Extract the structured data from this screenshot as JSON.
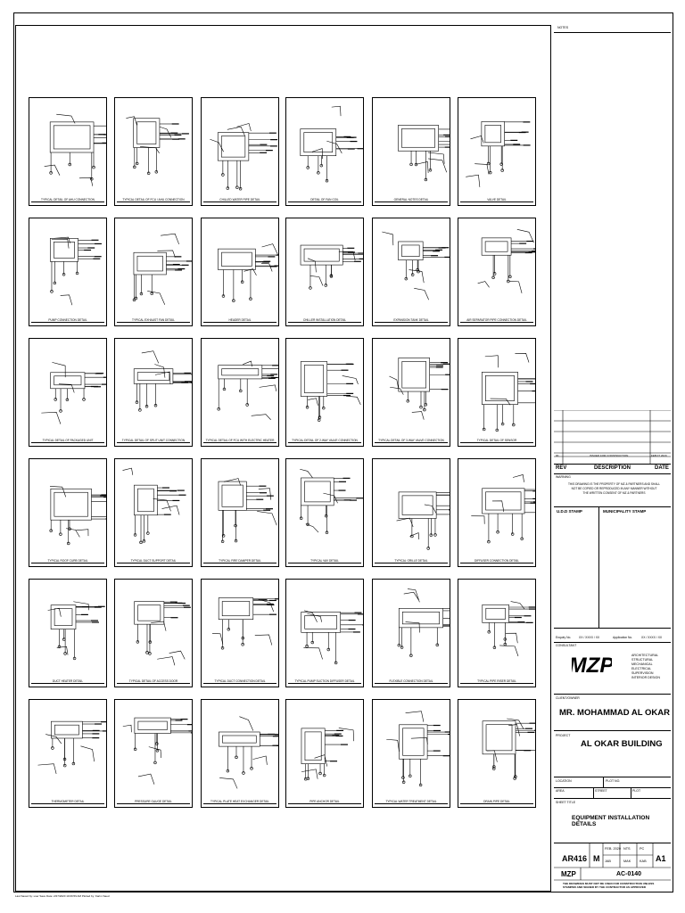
{
  "title_block": {
    "notes_label": "NOTES",
    "revision_rows": [
      {
        "no": "00",
        "description": "ISSUED FOR CONSTRUCTION",
        "date": "FEB 07 2020"
      }
    ],
    "rev_header": "REV",
    "description_header": "DESCRIPTION",
    "date_header": "DATE",
    "warning_label": "WARNING",
    "warning_lines": [
      "THIS DRAWING IS THE PROPERTY OF MZ & PARTNERS AND SHALL",
      "NOT BE COPIED OR REPRODUCED IN ANY MANNER WITHOUT",
      "THE WRITTEN CONSENT OF MZ & PARTNERS"
    ],
    "udd_stamp": "U.D.D STAMP",
    "municipality_stamp": "MUNICIPALITY STAMP",
    "enquiry_label": "Enquiry No.",
    "enquiry_value": "XX / XXXX / XX",
    "application_label": "Application No.",
    "application_value": "XX / XXXX / XX",
    "consultant_label": "CONSULTANT",
    "logo_text": "MZP",
    "disciplines": [
      "ARCHITECTURAL",
      "STRUCTURAL",
      "MECHANICAL",
      "ELECTRICAL",
      "SUPERVISION",
      "INTERIOR DESIGN"
    ],
    "client_label": "CLIENT/OWNER",
    "client_name": "MR. MOHAMMAD AL OKAR",
    "project_label": "PROJECT",
    "project_name": "AL OKAR BUILDING",
    "location_label": "LOCATION",
    "plot_label": "PLOT NO.",
    "area_label": "AREA",
    "street_label": "STREET",
    "plot2_label": "PLOT",
    "sheet_title_label": "SHEET TITLE",
    "sheet_title": "EQUIPMENT INSTALLATION DETAILS",
    "project_no": "AR416",
    "discipline_code": "M",
    "date_value": "FEB. 2020",
    "scale_value": "NTS",
    "checked": "PC",
    "drawn": "JAB",
    "designed": "MAK",
    "approved": "KAB",
    "size": "A1",
    "company_code": "MZP",
    "drawing_no": "AC-0140",
    "footer_note": "THE DRAWINGS MUST NOT BE USED FOR CONSTRUCTION UNLESS STAMPED AND SIGNED BY THE CONTRACTOR AS APPROVED"
  },
  "footer": {
    "text": "Last Saved by: user   Save Date: 2/27/2020 10:09:59 AM   Plotted by: Karim Saed"
  },
  "details": [
    {
      "caption": "TYPICAL DETAIL OF AHU CONNECTION"
    },
    {
      "caption": "TYPICAL DETAIL OF FCU / AHU CONNECTION"
    },
    {
      "caption": "CHILLED WATER PIPE DETAIL"
    },
    {
      "caption": "DETAIL OF FAN COIL"
    },
    {
      "caption": "GENERAL NOTES DETAIL"
    },
    {
      "caption": "VALVE DETAIL"
    },
    {
      "caption": "PUMP CONNECTION DETAIL"
    },
    {
      "caption": "TYPICAL EXHAUST FAN DETAIL"
    },
    {
      "caption": "HEADER DETAIL"
    },
    {
      "caption": "CHILLER INSTALLATION DETAIL"
    },
    {
      "caption": "EXPANSION TANK DETAIL"
    },
    {
      "caption": "AIR SEPARATOR PIPE CONNECTION DETAIL"
    },
    {
      "caption": "TYPICAL DETAIL OF PACKAGED UNIT"
    },
    {
      "caption": "TYPICAL DETAIL OF SPLIT UNIT CONNECTION"
    },
    {
      "caption": "TYPICAL DETAIL OF FCU WITH ELECTRIC HEATER"
    },
    {
      "caption": "TYPICAL DETAIL OF 2-WAY VALVE CONNECTION"
    },
    {
      "caption": "TYPICAL DETAIL OF 3-WAY VALVE CONNECTION"
    },
    {
      "caption": "TYPICAL DETAIL OF SENSOR"
    },
    {
      "caption": "TYPICAL ROOF CURB DETAIL"
    },
    {
      "caption": "TYPICAL DUCT SUPPORT DETAIL"
    },
    {
      "caption": "TYPICAL FIRE DAMPER DETAIL"
    },
    {
      "caption": "TYPICAL VAV DETAIL"
    },
    {
      "caption": "TYPICAL GRILLE DETAIL"
    },
    {
      "caption": "DIFFUSER CONNECTION DETAIL"
    },
    {
      "caption": "DUCT HEATER DETAIL"
    },
    {
      "caption": "TYPICAL DETAIL OF ACCESS DOOR"
    },
    {
      "caption": "TYPICAL DUCT CONNECTION DETAIL"
    },
    {
      "caption": "TYPICAL PUMP SUCTION DIFFUSER DETAIL"
    },
    {
      "caption": "FLEXIBLE CONNECTION DETAIL"
    },
    {
      "caption": "TYPICAL PIPE RISER DETAIL"
    },
    {
      "caption": "THERMOMETER DETAIL"
    },
    {
      "caption": "PRESSURE GAUGE DETAIL"
    },
    {
      "caption": "TYPICAL PLATE HEAT EXCHANGER DETAIL"
    },
    {
      "caption": "PIPE ANCHOR DETAIL"
    },
    {
      "caption": "TYPICAL WATER TREATMENT DETAIL"
    },
    {
      "caption": "DRAIN PIPE DETAIL"
    }
  ]
}
